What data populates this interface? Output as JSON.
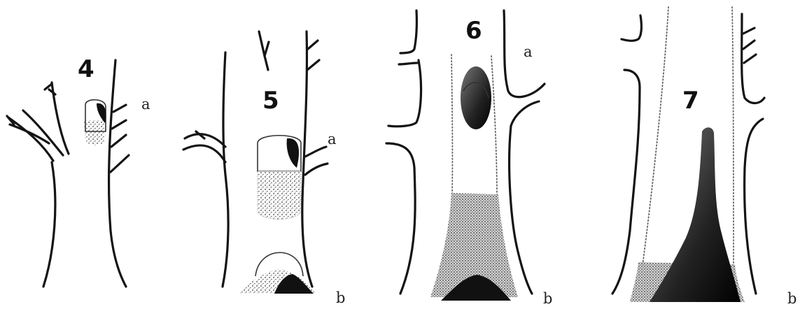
{
  "figures": [
    {
      "id": "4",
      "number": "4",
      "labels": [
        "a"
      ]
    },
    {
      "id": "5",
      "number": "5",
      "labels": [
        "a",
        "b"
      ]
    },
    {
      "id": "6",
      "number": "6",
      "labels": [
        "a",
        "b"
      ]
    },
    {
      "id": "7",
      "number": "7",
      "labels": [
        "b"
      ]
    }
  ],
  "colors": {
    "ink": "#141414",
    "background": "#ffffff"
  }
}
